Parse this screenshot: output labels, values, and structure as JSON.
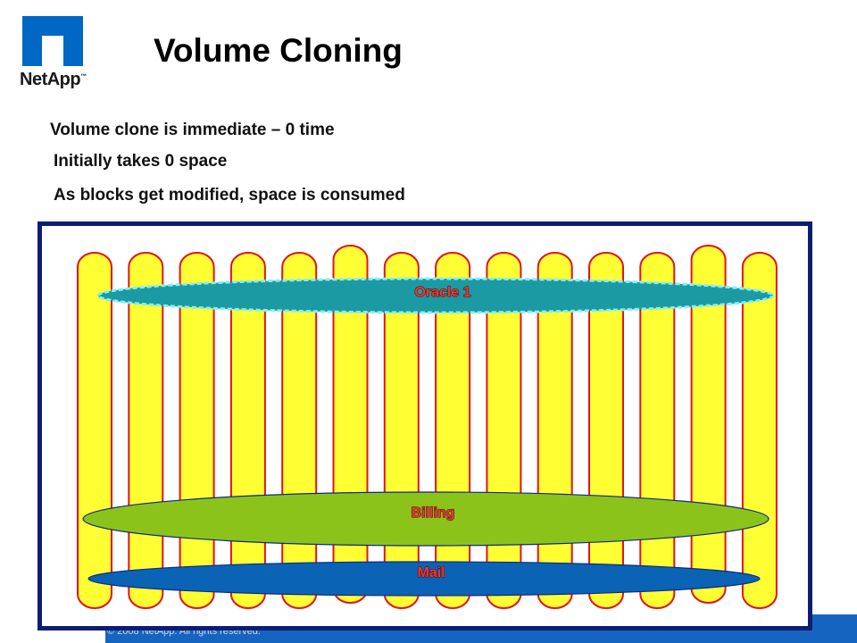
{
  "logo": {
    "brand_name": "NetApp",
    "trademark": "™"
  },
  "slide": {
    "title": "Volume Cloning",
    "bullets": [
      "Volume clone is immediate – 0 time",
      "Initially takes 0 space",
      "As blocks get modified, space is consumed"
    ]
  },
  "diagram": {
    "disk_count": 14,
    "volumes": [
      {
        "label": "Oracle 1",
        "fill": "#1c9aa3",
        "label_color": "#e53935"
      },
      {
        "label": "Billing",
        "fill": "#8cc31a",
        "label_color": "#e53935"
      },
      {
        "label": "Mail",
        "fill": "#0b63b6",
        "label_color": "#e53935"
      }
    ]
  },
  "footer": {
    "copyright": "© 2008 NetApp.  All rights reserved."
  },
  "colors": {
    "disk_fill": "#ffff33",
    "disk_stroke": "#e0141e",
    "frame": "#0c1d73",
    "footer_bar": "#1565c0"
  }
}
